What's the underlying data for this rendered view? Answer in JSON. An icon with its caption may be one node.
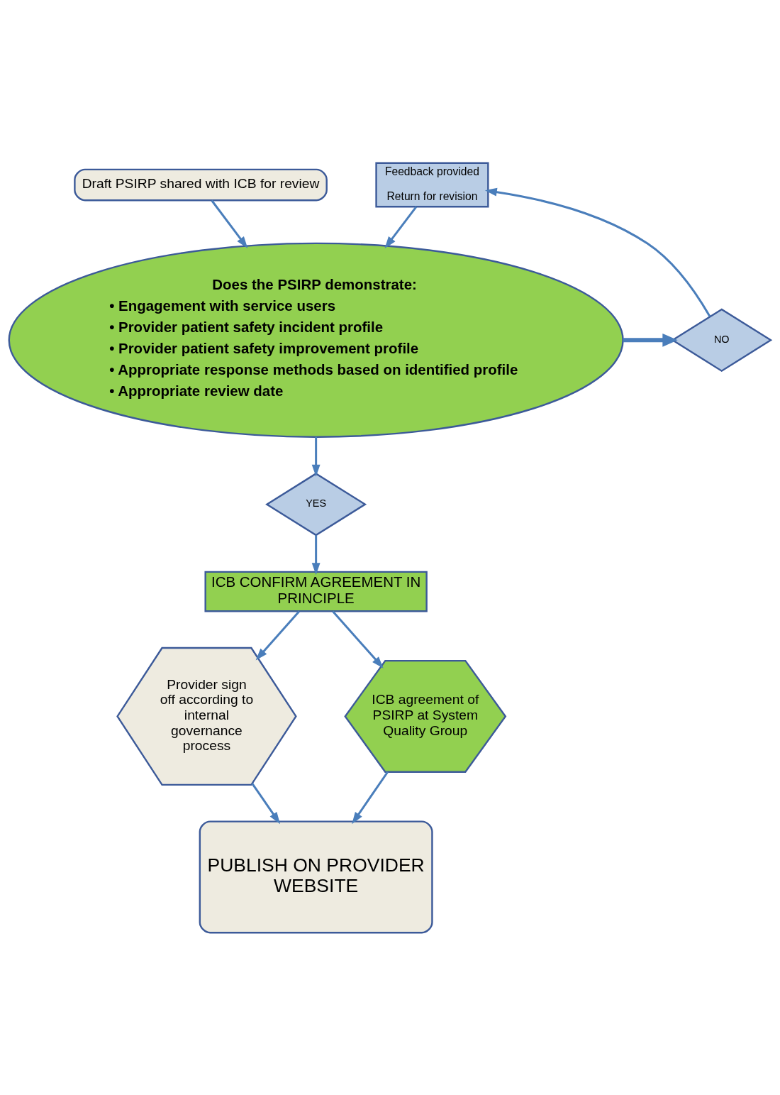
{
  "diagram": {
    "nodes": [
      {
        "text": [
          "Draft PSIRP shared with ICB for review"
        ]
      },
      {
        "text": [
          "Feedback provided",
          "Return for revision"
        ]
      },
      {
        "text": [
          "Does the PSIRP demonstrate:",
          "• Engagement with service users",
          "• Provider patient safety incident profile",
          "• Provider patient safety improvement profile",
          "• Appropriate response methods based on identified profile",
          "• Appropriate review date"
        ]
      },
      {
        "text": [
          "NO"
        ]
      },
      {
        "text": [
          "YES"
        ]
      },
      {
        "text": [
          "ICB CONFIRM AGREEMENT IN PRINCIPLE"
        ]
      },
      {
        "text": [
          "Provider sign off according to internal governance process"
        ]
      },
      {
        "text": [
          "ICB agreement of PSIRP at System Quality Group"
        ]
      },
      {
        "text": [
          "PUBLISH ON PROVIDER WEBSITE"
        ]
      }
    ],
    "edges": [
      {
        "from": 0,
        "to": 2,
        "arrow": "to"
      },
      {
        "from": 1,
        "to": 2,
        "arrow": "to"
      },
      {
        "from": 2,
        "to": 3,
        "arrow": "to",
        "style": "thick"
      },
      {
        "from": 3,
        "to": 1,
        "arrow": "to"
      },
      {
        "from": 2,
        "to": 4,
        "arrow": "to"
      },
      {
        "from": 4,
        "to": 5,
        "arrow": "to"
      },
      {
        "from": 5,
        "to": 6,
        "arrow": "to"
      },
      {
        "from": 5,
        "to": 7,
        "arrow": "to"
      },
      {
        "from": 6,
        "to": 8,
        "arrow": "to"
      },
      {
        "from": 7,
        "to": 8,
        "arrow": "to"
      }
    ]
  }
}
